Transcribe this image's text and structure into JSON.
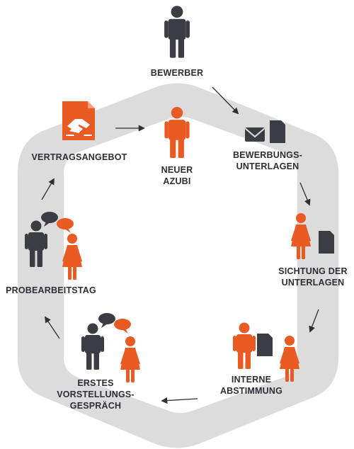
{
  "colors": {
    "ring": "#dcdcdc",
    "accent": "#ea5a23",
    "dark": "#3c3c44",
    "text": "#2e2e34",
    "arrow": "#2e2e34"
  },
  "steps": {
    "bewerber": {
      "label": "BEWERBER",
      "icon": "person-icon"
    },
    "bewerbungsunterlagen": {
      "line1": "BEWERBUNGS-",
      "line2": "UNTERLAGEN",
      "icons": [
        "envelope-icon",
        "document-icon"
      ]
    },
    "sichtung": {
      "line1": "SICHTUNG DER",
      "line2": "UNTERLAGEN",
      "icons": [
        "person-female-icon",
        "document-icon"
      ]
    },
    "interne_abstimmung": {
      "line1": "INTERNE",
      "line2": "ABSTIMMUNG",
      "icons": [
        "person-icon",
        "document-icon",
        "person-female-icon"
      ]
    },
    "vorstellungsgespraech": {
      "line1": "ERSTES",
      "line2": "VORSTELLUNGS-",
      "line3": "GESPRÄCH",
      "icons": [
        "person-icon",
        "speech-bubble-icon",
        "person-female-icon"
      ]
    },
    "probearbeitstag": {
      "label": "PROBEARBEITSTAG",
      "icons": [
        "person-icon",
        "speech-bubble-icon",
        "person-female-icon"
      ]
    },
    "vertragsangebot": {
      "label": "VERTRAGSANGEBOT",
      "icon": "contract-handshake-icon"
    },
    "neuer_azubi": {
      "line1": "NEUER",
      "line2": "AZUBI",
      "icon": "person-icon"
    }
  }
}
